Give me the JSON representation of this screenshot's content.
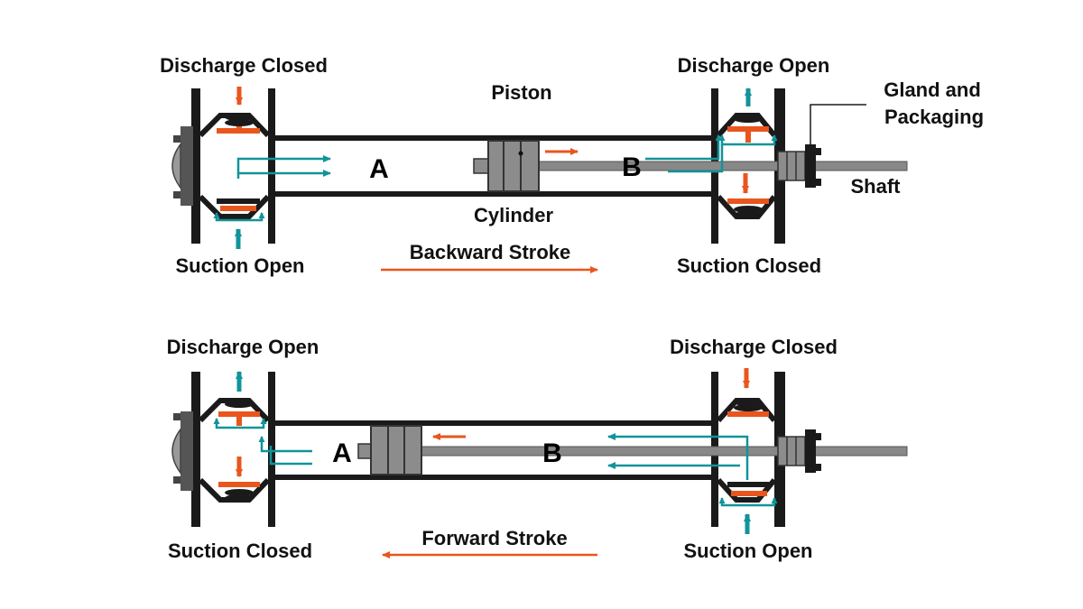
{
  "colors": {
    "orange": "#E8561E",
    "teal": "#12939A",
    "dark": "#1a1a1a",
    "gray": "#888888",
    "piston": "#8c8c8c"
  },
  "top": {
    "labels": {
      "discharge_left": "Discharge Closed",
      "discharge_right": "Discharge Open",
      "suction_left": "Suction Open",
      "suction_right": "Suction Closed",
      "piston": "Piston",
      "cylinder": "Cylinder",
      "gland_line1": "Gland and",
      "gland_line2": "Packaging",
      "shaft": "Shaft",
      "chamber_a": "A",
      "chamber_b": "B",
      "stroke": "Backward Stroke"
    }
  },
  "bottom": {
    "labels": {
      "discharge_left": "Discharge Open",
      "discharge_right": "Discharge Closed",
      "suction_left": "Suction Closed",
      "suction_right": "Suction Open",
      "chamber_a": "A",
      "chamber_b": "B",
      "stroke": "Forward Stroke"
    }
  }
}
